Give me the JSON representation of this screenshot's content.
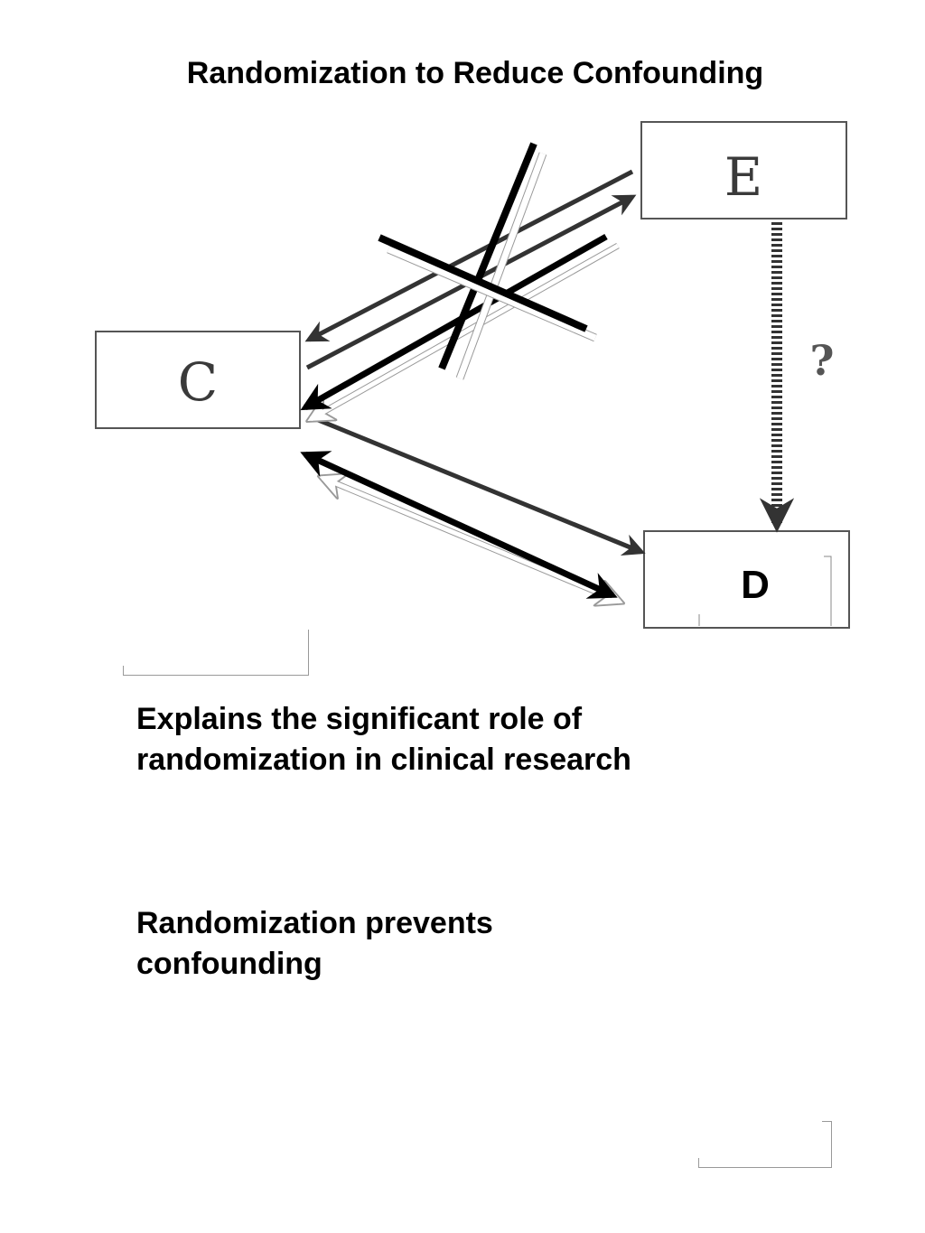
{
  "title": "Randomization to Reduce Confounding",
  "diagram": {
    "nodes": {
      "confounder": "C",
      "exposure": "E",
      "disease": "D"
    },
    "question_mark": "?"
  },
  "text": {
    "explain": "Explains the significant role of randomization in clinical research",
    "prevents": "Randomization prevents confounding"
  }
}
